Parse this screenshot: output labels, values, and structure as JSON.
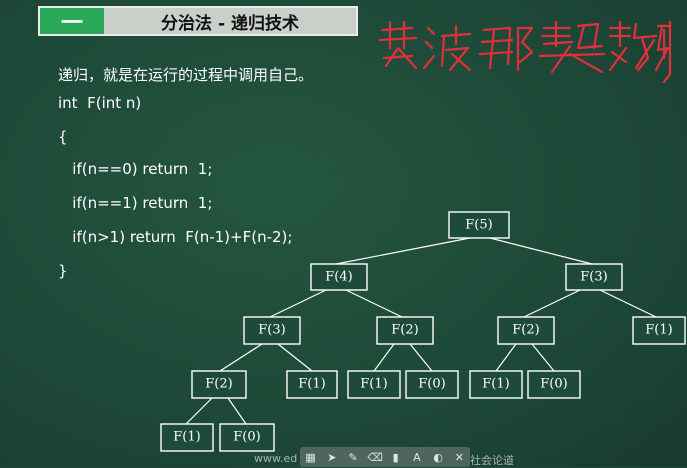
{
  "header": {
    "badge": "一",
    "title": "分治法 - 递归技术"
  },
  "annotation": {
    "handwritten_text": "斐波那契数列"
  },
  "content": {
    "intro": "递归，就是在运行的过程中调用自己。",
    "code": [
      "int  F(int n)",
      "{",
      "   if(n==0) return  1;",
      "   if(n==1) return  1;",
      "   if(n>1) return  F(n-1)+F(n-2);",
      "}"
    ]
  },
  "tree": {
    "nodes": [
      {
        "id": "n5",
        "label": "F(5)"
      },
      {
        "id": "n4",
        "label": "F(4)"
      },
      {
        "id": "n3b",
        "label": "F(3)"
      },
      {
        "id": "n3a",
        "label": "F(3)"
      },
      {
        "id": "n2a",
        "label": "F(2)"
      },
      {
        "id": "n2b",
        "label": "F(2)"
      },
      {
        "id": "n1r",
        "label": "F(1)"
      },
      {
        "id": "n2c",
        "label": "F(2)"
      },
      {
        "id": "n1a",
        "label": "F(1)"
      },
      {
        "id": "n1b",
        "label": "F(1)"
      },
      {
        "id": "n0a",
        "label": "F(0)"
      },
      {
        "id": "n1c",
        "label": "F(1)"
      },
      {
        "id": "n0b",
        "label": "F(0)"
      },
      {
        "id": "n1d",
        "label": "F(1)"
      },
      {
        "id": "n0c",
        "label": "F(0)"
      }
    ]
  },
  "footer": {
    "left_watermark": "www.ed",
    "right_watermark": "社会论道"
  },
  "colors": {
    "board": "#1f4a3a",
    "badge": "#2aa85a",
    "header_bar": "#c9cfc9",
    "annotation_ink": "#e0303a"
  }
}
